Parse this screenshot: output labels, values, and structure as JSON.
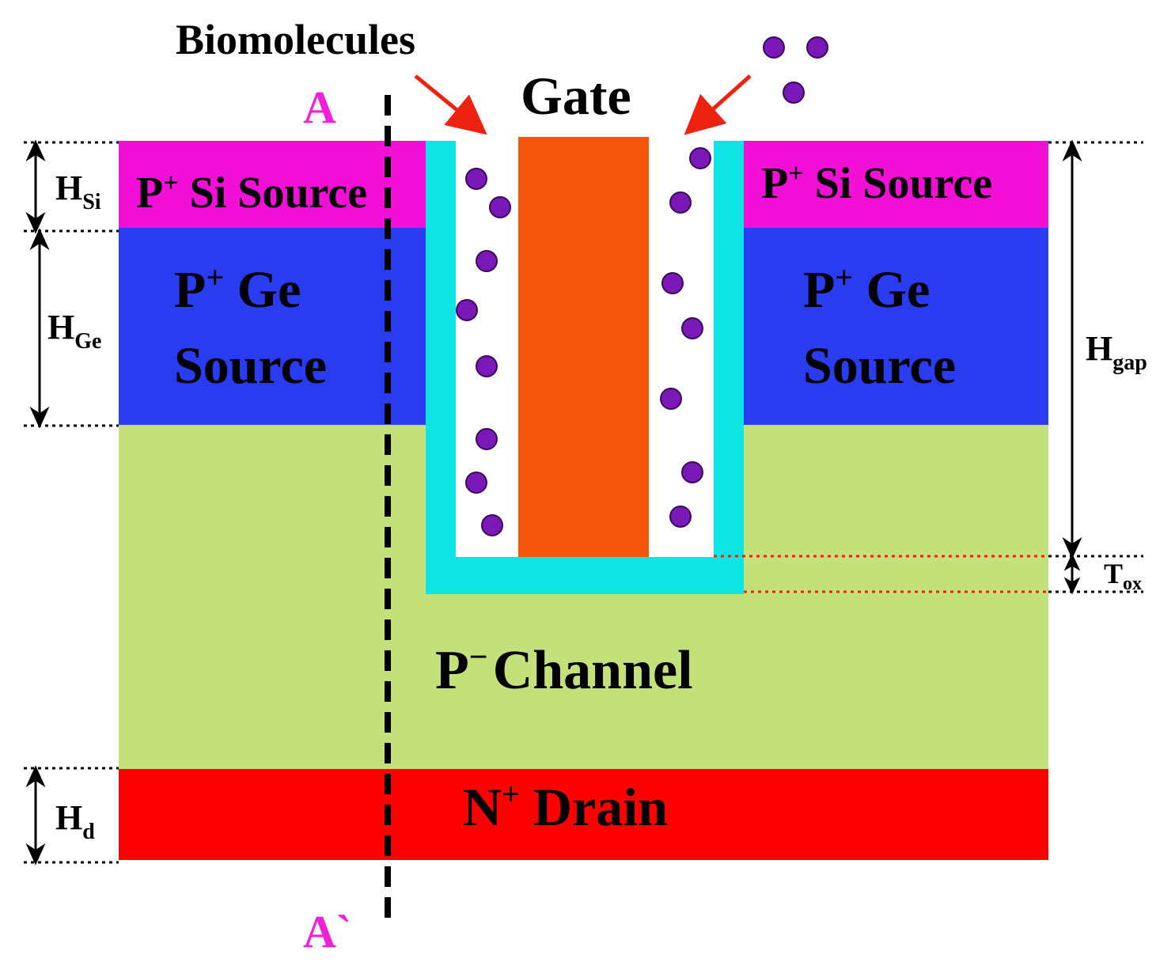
{
  "title": "Biomolecules",
  "gate_label": "Gate",
  "section": {
    "top": "A",
    "bottom": "A`"
  },
  "regions": {
    "si_left": {
      "prefix": "P",
      "sup": "+",
      "text": " Si Source"
    },
    "si_right": {
      "prefix": "P",
      "sup": "+",
      "text": " Si Source"
    },
    "ge_left": {
      "prefix": "P",
      "sup": "+",
      "text1": " Ge",
      "text2": "Source"
    },
    "ge_right": {
      "prefix": "P",
      "sup": "+",
      "text1": " Ge",
      "text2": "Source"
    },
    "channel": {
      "prefix": "P",
      "sup": "−",
      "text": "Channel"
    },
    "drain": {
      "prefix": "N",
      "sup": "+",
      "text": " Drain"
    }
  },
  "dimensions": {
    "h_si": {
      "main": "H",
      "sub": "Si"
    },
    "h_ge": {
      "main": "H",
      "sub": "Ge"
    },
    "h_d": {
      "main": "H",
      "sub": "d"
    },
    "h_gap": {
      "main": "H",
      "sub": "gap"
    },
    "t_ox": {
      "main": "T",
      "sub": "ox"
    }
  },
  "colors": {
    "si_source": "#f20fd6",
    "ge_source": "#2a3cf0",
    "channel": "#c4e07a",
    "drain": "#ff0000",
    "oxide": "#0ee4e4",
    "gate": "#f5560c",
    "biomolecule": "#7a18b8",
    "arrow": "#ee2211",
    "section_label": "#f020d8"
  }
}
